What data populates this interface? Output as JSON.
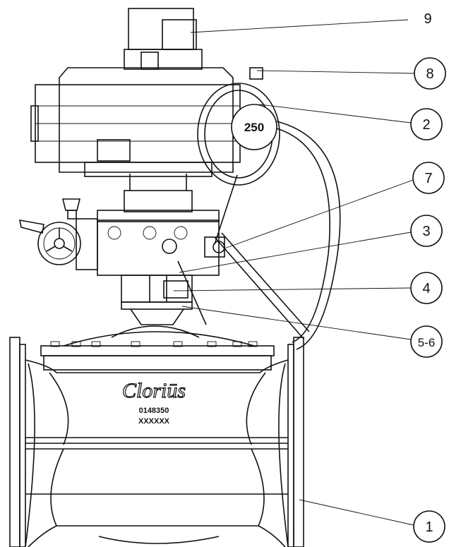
{
  "drawing": {
    "actuator_size_label": "250",
    "brand_name": "Cloriūs",
    "serial_number": "0148350",
    "serial_placeholder": "XXXXXX",
    "stroke_color": "#111111",
    "background_color": "#ffffff"
  },
  "callouts": [
    {
      "id": "9",
      "label": "9"
    },
    {
      "id": "8",
      "label": "8"
    },
    {
      "id": "2",
      "label": "2"
    },
    {
      "id": "7",
      "label": "7"
    },
    {
      "id": "3",
      "label": "3"
    },
    {
      "id": "4",
      "label": "4"
    },
    {
      "id": "5-6",
      "label": "5-6"
    },
    {
      "id": "1",
      "label": "1"
    }
  ]
}
